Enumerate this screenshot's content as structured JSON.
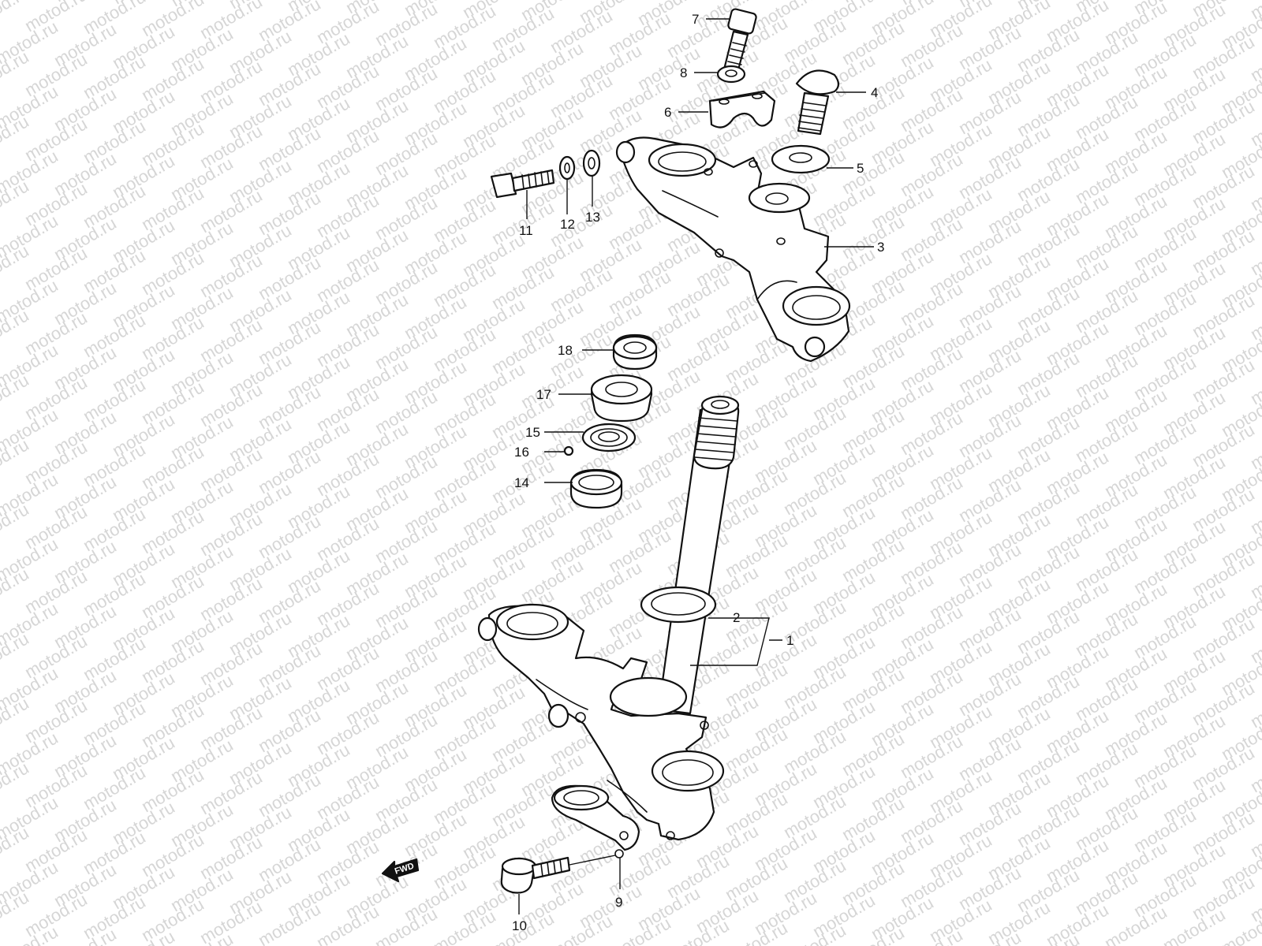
{
  "watermark": {
    "text": "motod.ru",
    "color": "#d6d6d6"
  },
  "fwd_marker": {
    "label": "FWD",
    "icon": "arrow-left-icon"
  },
  "callouts": [
    {
      "id": "1",
      "label": "1"
    },
    {
      "id": "2",
      "label": "2"
    },
    {
      "id": "3",
      "label": "3"
    },
    {
      "id": "4",
      "label": "4"
    },
    {
      "id": "5",
      "label": "5"
    },
    {
      "id": "6",
      "label": "6"
    },
    {
      "id": "7",
      "label": "7"
    },
    {
      "id": "8",
      "label": "8"
    },
    {
      "id": "9",
      "label": "9"
    },
    {
      "id": "10",
      "label": "10"
    },
    {
      "id": "11",
      "label": "11"
    },
    {
      "id": "12",
      "label": "12"
    },
    {
      "id": "13",
      "label": "13"
    },
    {
      "id": "14",
      "label": "14"
    },
    {
      "id": "15",
      "label": "15"
    },
    {
      "id": "16",
      "label": "16"
    },
    {
      "id": "17",
      "label": "17"
    },
    {
      "id": "18",
      "label": "18"
    }
  ]
}
